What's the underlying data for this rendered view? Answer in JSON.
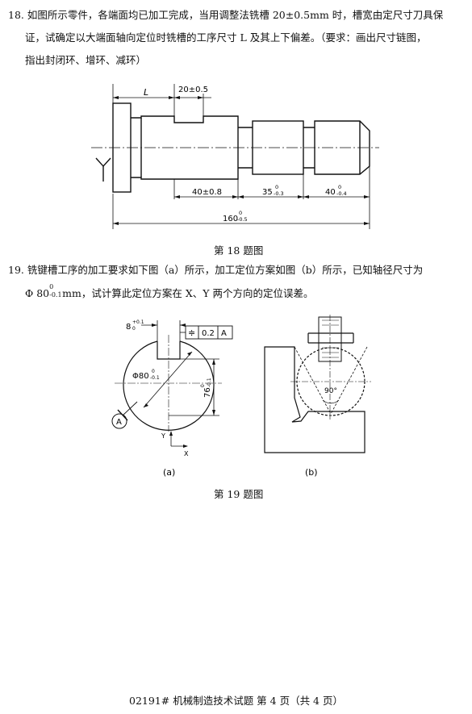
{
  "q18": {
    "line1": "18. 如图所示零件，各端面均已加工完成，当用调整法铣槽 20±0.5mm 时，槽宽由定尺寸刀具保",
    "line2": "证，试确定以大端面轴向定位时铣槽的工序尺寸 L 及其上下偏差。（要求：画出尺寸链图，",
    "line3": "指出封闭环、增环、减环）",
    "fig": {
      "L": "L",
      "slot": "20±0.5",
      "d40a": "40±0.8",
      "d35_main": "35",
      "d35_up": "0",
      "d35_lo": "-0.3",
      "d40b_main": "40",
      "d40b_up": "0",
      "d40b_lo": "-0.4",
      "d160_main": "160",
      "d160_up": "0",
      "d160_lo": "-0.5"
    },
    "caption": "第 18 题图"
  },
  "q19": {
    "line1": "19. 铣键槽工序的加工要求如下图（a）所示，加工定位方案如图（b）所示，已知轴径尺寸为",
    "line2_pre": "Φ 80",
    "line2_sup": "0",
    "line2_sub": "-0.1",
    "line2_post": "mm，试计算此定位方案在 X、Y 两个方向的定位误差。",
    "figA": {
      "w_main": "8",
      "w_up": "+0.1",
      "w_lo": "0",
      "sym": "≑",
      "tol": "0.2",
      "datum": "A",
      "dia_main": "Φ80",
      "dia_up": "0",
      "dia_lo": "-0.1",
      "h_main": "76",
      "h_up": "0",
      "h_lo": "-0.1",
      "datum_circle": "A",
      "axis_y": "Y",
      "axis_x": "X",
      "label": "(a)"
    },
    "figB": {
      "angle": "90°",
      "label": "(b)"
    },
    "caption": "第 19 题图"
  },
  "footer": "02191# 机械制造技术试题 第 4 页（共 4 页）"
}
